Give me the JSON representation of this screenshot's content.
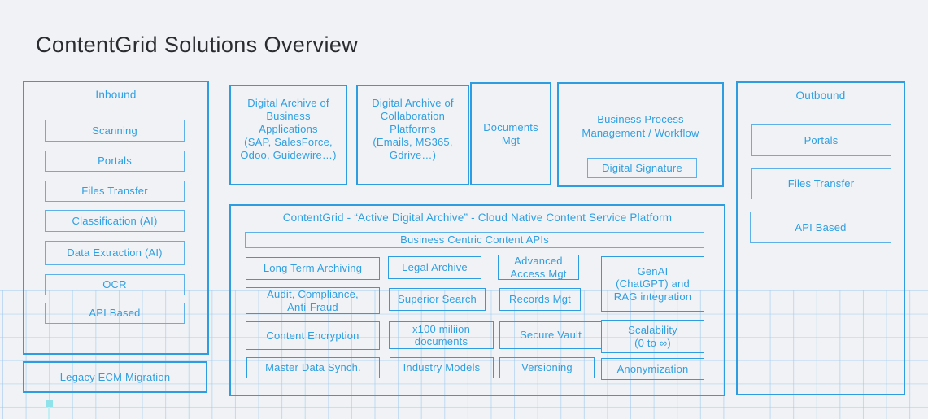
{
  "page": {
    "title": "ContentGrid Solutions Overview"
  },
  "colors": {
    "accent_border": "#2d9ce1",
    "accent_text": "#2f9fe1",
    "title_text": "#2b2c30",
    "canvas_bg": "#f0f2f5",
    "grid_line": "#96c7f0",
    "handle_teal": "#8fe2ea"
  },
  "inbound": {
    "label": "Inbound",
    "items": [
      "Scanning",
      "Portals",
      "Files Transfer",
      "Classification (AI)",
      "Data Extraction (AI)",
      "OCR",
      "API Based"
    ],
    "legacy": "Legacy ECM Migration"
  },
  "top_row": {
    "business_apps": "Digital Archive of\nBusiness\nApplications\n(SAP, SalesForce,\nOdoo, Guidewire…)",
    "collaboration": "Digital Archive of\nCollaboration\nPlatforms\n(Emails, MS365,\nGdrive…)",
    "documents": "Documents\nMgt",
    "bpm": {
      "label": "Business Process\nManagement / Workflow",
      "signature": "Digital Signature"
    }
  },
  "platform": {
    "title": "ContentGrid - “Active Digital Archive” - Cloud Native Content Service Platform",
    "apis": "Business Centric Content APIs",
    "features": {
      "long_term": "Long Term Archiving",
      "legal": "Legal Archive",
      "advanced": "Advanced\nAccess Mgt",
      "genai": "GenAI\n(ChatGPT) and\nRAG integration",
      "audit": "Audit, Compliance,\nAnti-Fraud",
      "superior": "Superior Search",
      "records": "Records Mgt",
      "encryption": "Content Encryption",
      "x100": "x100 miliion\ndocuments",
      "vault": "Secure Vault",
      "scalability": "Scalability\n(0 to ∞)",
      "master": "Master Data Synch.",
      "industry": "Industry Models",
      "versioning": "Versioning",
      "anonymization": "Anonymization"
    }
  },
  "outbound": {
    "label": "Outbound",
    "items": [
      "Portals",
      "Files Transfer",
      "API Based"
    ]
  }
}
